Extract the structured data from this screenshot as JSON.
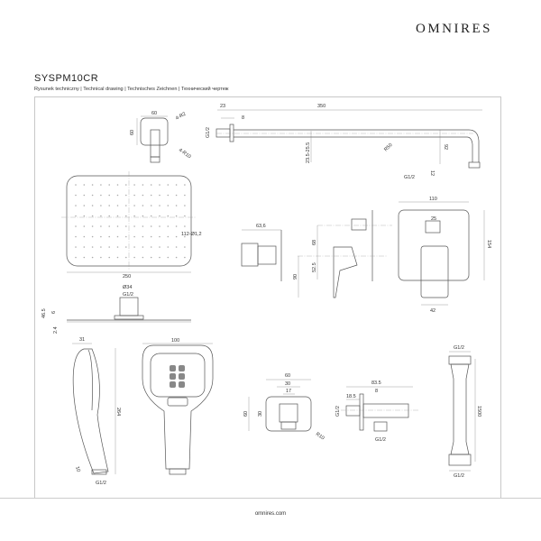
{
  "brand": "OMNIRES",
  "title": "SYSPM10CR",
  "subtitle": "Rysunek techniczny | Technical drawing | Technisches Zeichnen | Технический чертеж",
  "footer": "omnires.com",
  "dims": {
    "bracket": [
      "60",
      "60",
      "4-R2",
      "4-R10"
    ],
    "arm": [
      "23",
      "350",
      "8",
      "G1/2",
      "23.5-25.5",
      "R50",
      "92",
      "12",
      "G1/2"
    ],
    "rain": [
      "112-Ø1,2",
      "250",
      "Ø34",
      "G1/2",
      "46.5",
      "6",
      "2.4"
    ],
    "mixer": [
      "63,6",
      "68",
      "52.5",
      "90",
      "110",
      "25",
      "154",
      "42"
    ],
    "hand": [
      "31",
      "264",
      "10",
      "G1/2",
      "100"
    ],
    "outlet": [
      "60",
      "30",
      "17",
      "60",
      "30",
      "R10",
      "83.5",
      "8",
      "18.5",
      "G1/2",
      "G1/2"
    ],
    "hose": [
      "G1/2",
      "1500",
      "G1/2"
    ]
  }
}
